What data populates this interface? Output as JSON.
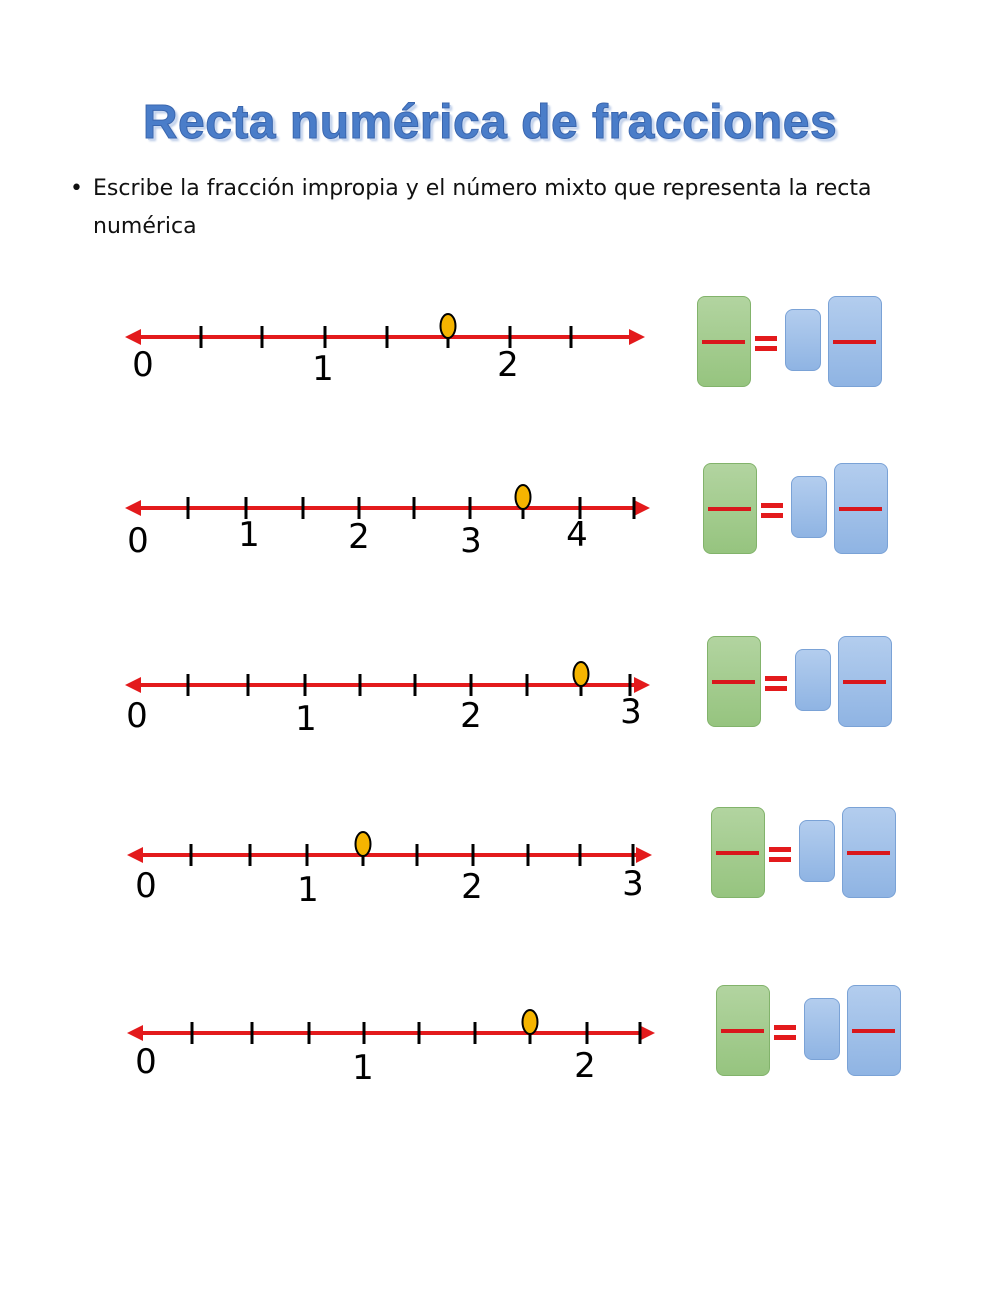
{
  "title": "Recta numérica de fracciones",
  "instruction": {
    "bullet": "•",
    "text": "Escribe la fracción impropia y el número mixto que representa la recta numérica"
  },
  "colors": {
    "line": "#e31a1c",
    "dot": "#f5b400",
    "green_box": "#9fc98a",
    "blue_box": "#9dbde8",
    "title": "#4a7dc9"
  },
  "rows": [
    {
      "labels": [
        "0",
        "1",
        "2"
      ],
      "parts_per_unit": 3,
      "point_value": 1.6667
    },
    {
      "labels": [
        "0",
        "1",
        "2",
        "3",
        "4"
      ],
      "parts_per_unit": 2,
      "point_value": 3.5
    },
    {
      "labels": [
        "0",
        "1",
        "2",
        "3"
      ],
      "parts_per_unit": 3,
      "point_value": 2.6667
    },
    {
      "labels": [
        "0",
        "1",
        "2",
        "3"
      ],
      "parts_per_unit": 3,
      "point_value": 1.3333
    },
    {
      "labels": [
        "0",
        "1",
        "2"
      ],
      "parts_per_unit": 4,
      "point_value": 1.75
    }
  ]
}
